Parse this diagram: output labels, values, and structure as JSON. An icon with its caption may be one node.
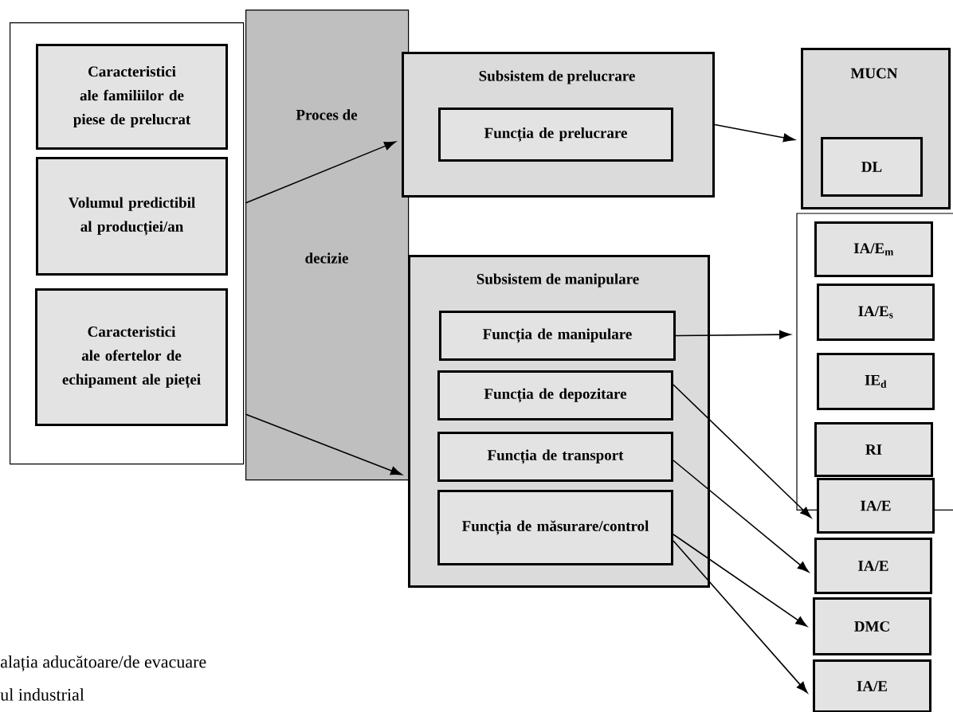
{
  "diagram": {
    "nodes": [
      {
        "text": [],
        "shape": "box"
      },
      {
        "text": [
          "Caracteristici ale familiilor de piese de prelucrat"
        ],
        "in": 0
      },
      {
        "text": [
          "Volumul predictibil al producției/an"
        ],
        "in": 0
      },
      {
        "text": [
          "Caracteristici ale ofertelor de echipament ale pieței"
        ],
        "in": 0
      },
      {
        "text": [
          "Proces de",
          "decizie"
        ]
      },
      {
        "text": [
          "Subsistem de prelucrare"
        ]
      },
      {
        "text": [
          "Funcția de prelucrare"
        ],
        "in": 5
      },
      {
        "text": [
          "MUCN"
        ]
      },
      {
        "text": [
          "DL"
        ],
        "in": 7
      },
      {
        "text": [
          "Subsistem de manipulare"
        ]
      },
      {
        "text": [
          "Funcția de manipulare"
        ],
        "in": 9
      },
      {
        "text": [
          "Funcția de depozitare"
        ],
        "in": 9
      },
      {
        "text": [
          "Funcția de transport"
        ],
        "in": 9
      },
      {
        "text": [
          "Funcția de măsurare/control"
        ],
        "in": 9
      },
      {
        "text": [],
        "shape": "box"
      },
      {
        "text": [
          "IA/E$_{m}$"
        ],
        "in": 14
      },
      {
        "text": [
          "IA/E$_{s}$"
        ],
        "in": 14
      },
      {
        "text": [
          "IE$_{d}$"
        ],
        "in": 14
      },
      {
        "text": [
          "RI"
        ],
        "in": 14
      },
      {
        "text": [
          "IA/E"
        ]
      },
      {
        "text": [
          "IA/E"
        ]
      },
      {
        "text": [
          "DMC"
        ]
      },
      {
        "text": [
          "IA/E"
        ]
      }
    ],
    "edges": [
      {
        "from": 4,
        "to": 5,
        "arrow": "to"
      },
      {
        "from": 4,
        "to": 9,
        "arrow": "to"
      },
      {
        "from": 5,
        "to": 7,
        "arrow": "to"
      },
      {
        "from": 10,
        "to": 14,
        "arrow": "to"
      },
      {
        "from": 11,
        "to": 19,
        "arrow": "to"
      },
      {
        "from": 12,
        "to": 20,
        "arrow": "to"
      },
      {
        "from": 13,
        "to": 21,
        "arrow": "to"
      },
      {
        "from": 13,
        "to": 22,
        "arrow": "to"
      }
    ],
    "labels": [
      "alația aducătoare/de evacuare",
      "ul industrial"
    ]
  }
}
